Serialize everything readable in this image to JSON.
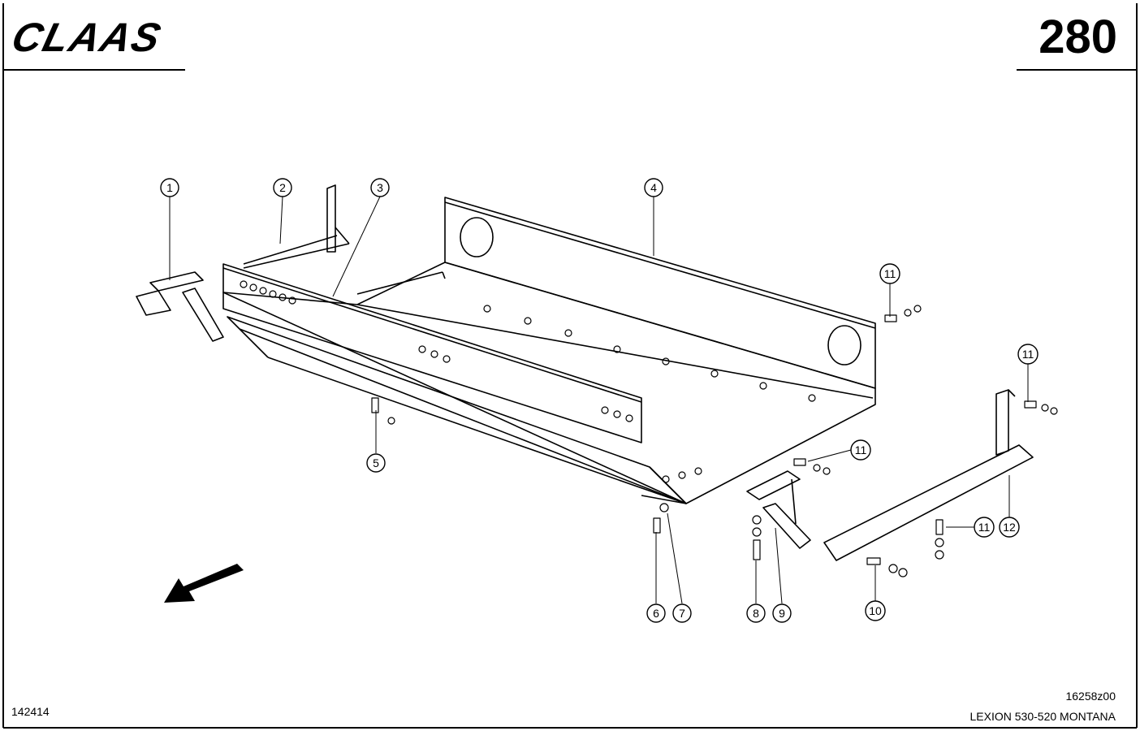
{
  "header": {
    "brand": "CLAAS",
    "page_number": "280"
  },
  "footer": {
    "left_code": "142414",
    "drawing_code": "16258z00",
    "model": "LEXION 530-520 MONTANA"
  },
  "callouts": [
    "1",
    "2",
    "3",
    "4",
    "5",
    "6",
    "7",
    "8",
    "9",
    "10",
    "11",
    "12"
  ]
}
